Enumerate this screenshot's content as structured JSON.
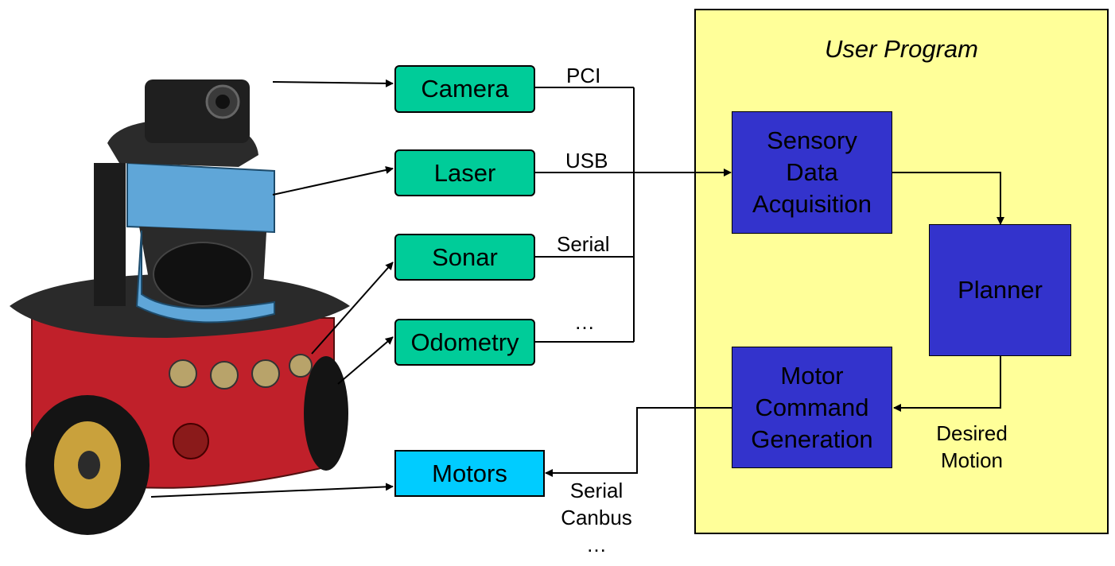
{
  "user_program": {
    "title": "User Program"
  },
  "sensors": {
    "camera": "Camera",
    "laser": "Laser",
    "sonar": "Sonar",
    "odometry": "Odometry"
  },
  "actuators": {
    "motors": "Motors"
  },
  "interfaces": {
    "pci": "PCI",
    "usb": "USB",
    "serial": "Serial",
    "more": "…",
    "motor_serial": "Serial",
    "motor_canbus": "Canbus",
    "motor_more": "…"
  },
  "modules": {
    "acquisition": [
      "Sensory",
      "Data",
      "Acquisition"
    ],
    "planner": "Planner",
    "motor_command": [
      "Motor",
      "Command",
      "Generation"
    ]
  },
  "edges": {
    "desired_motion": [
      "Desired",
      "Motion"
    ]
  },
  "colors": {
    "sensor_fill": "#00cc99",
    "motors_fill": "#00ccff",
    "module_fill": "#3333cc",
    "user_program_fill": "#ffff99"
  },
  "icons": {
    "robot": "pioneer-robot-illustration"
  }
}
